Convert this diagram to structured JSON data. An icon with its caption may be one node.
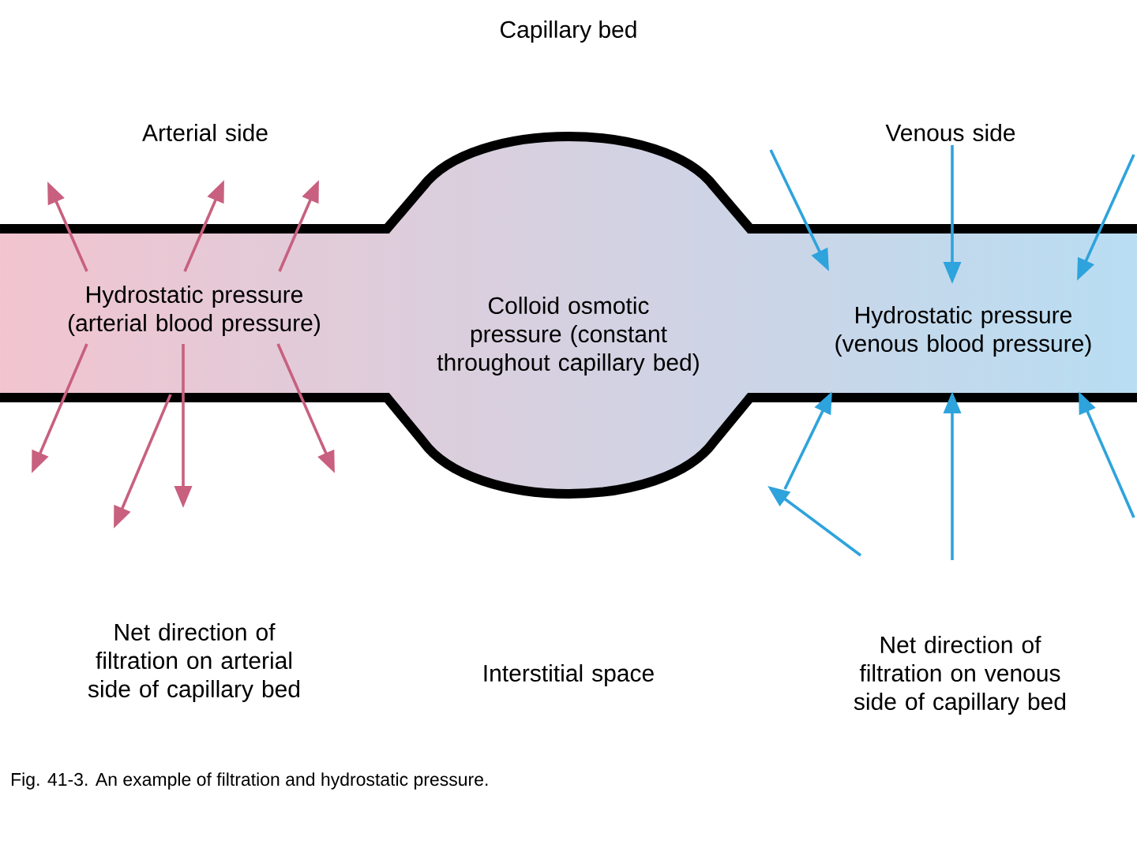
{
  "diagram": {
    "title": "Capillary bed",
    "caption": "Fig. 41-3. An example of filtration and hydrostatic pressure.",
    "nodes": [
      {
        "text": [
          "Hydrostatic pressure (arterial blood pressure)"
        ]
      },
      {
        "text": [
          "Colloid osmotic pressure (constant throughout capillary bed)"
        ]
      },
      {
        "text": [
          "Hydrostatic pressure (venous blood pressure)"
        ]
      }
    ],
    "labels": [
      "Arterial side",
      "Venous side",
      "Net direction of filtration on arterial side of capillary bed",
      "Interstitial space",
      "Net direction of filtration on venous side of capillary bed"
    ]
  }
}
